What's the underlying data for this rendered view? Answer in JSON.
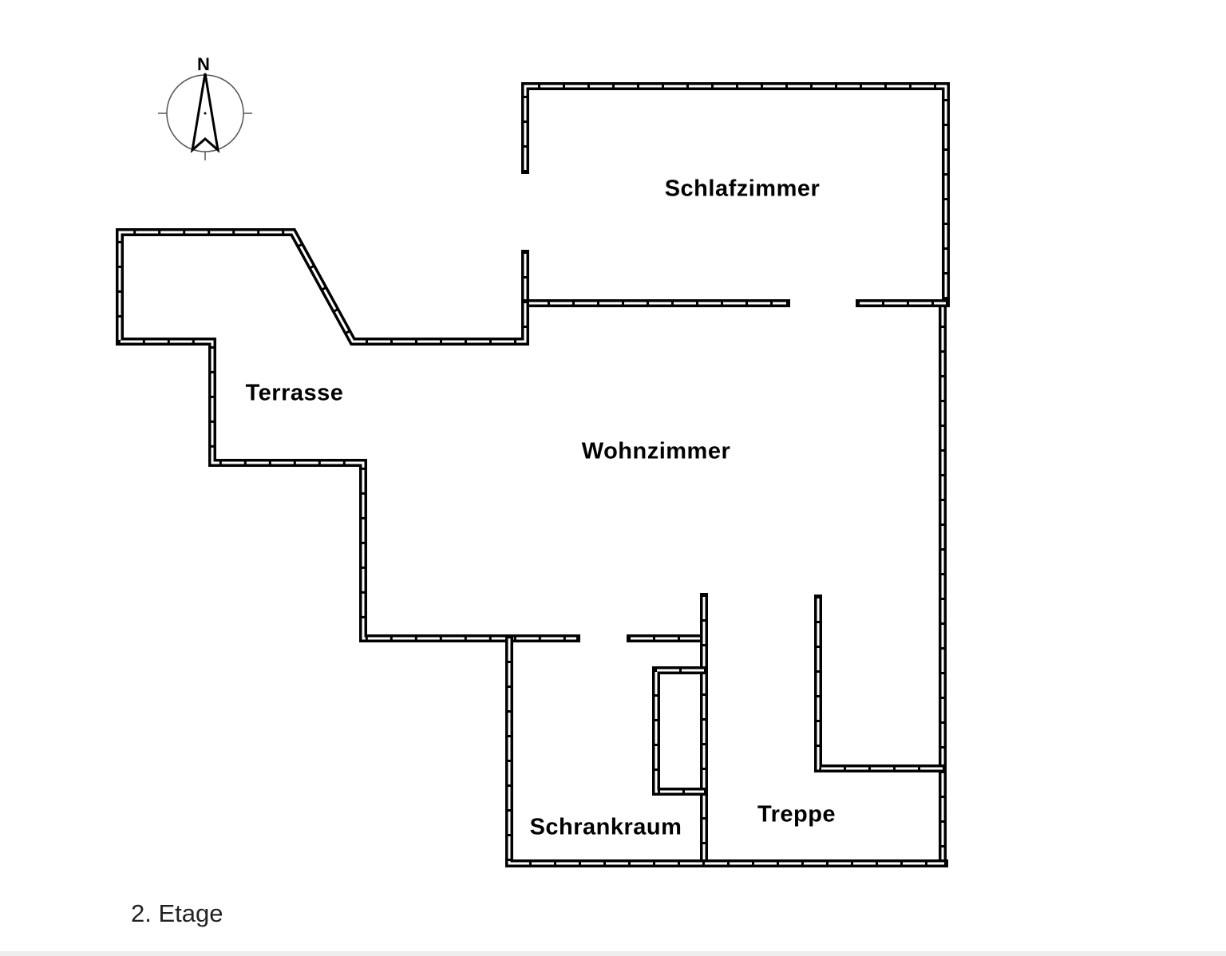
{
  "compass": {
    "north_label": "N"
  },
  "rooms": {
    "schlafzimmer": "Schlafzimmer",
    "terrasse": "Terrasse",
    "wohnzimmer": "Wohnzimmer",
    "schrankraum": "Schrankraum",
    "treppe": "Treppe"
  },
  "floor_label": "2. Etage"
}
